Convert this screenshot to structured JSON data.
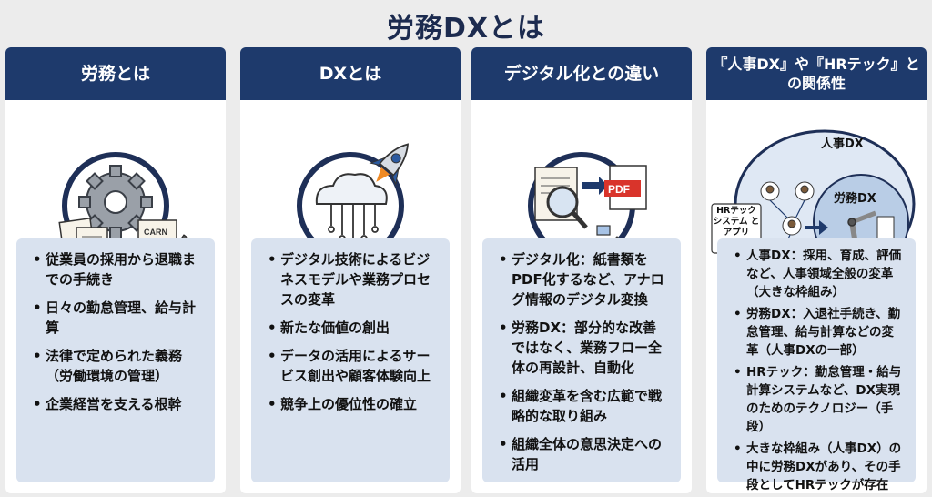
{
  "title": "労務DXとは",
  "columns": [
    {
      "heading": "労務とは",
      "bullets": [
        "従業員の採用から退職までの手続き",
        "日々の勤怠管理、給与計算",
        "法律で定められた義務（労働環境の管理）",
        "企業経営を支える根幹"
      ],
      "icon": "gear-documents-icon",
      "icon_text": "CARN"
    },
    {
      "heading": "DXとは",
      "bullets": [
        "デジタル技術によるビジネスモデルや業務プロセスの変革",
        "新たな価値の創出",
        "データの活用によるサービス創出や顧客体験向上",
        "競争上の優位性の確立"
      ],
      "icon": "cloud-rocket-icon"
    },
    {
      "heading": "デジタル化との違い",
      "bullets": [
        "デジタル化：紙書類をPDF化するなど、アナログ情報のデジタル変換",
        "労務DX：部分的な改善ではなく、業務フロー全体の再設計、自動化",
        "組織変革を含む広範で戦略的な取り組み",
        "組織全体の意思決定への活用"
      ],
      "icon": "document-to-pdf-flow-icon",
      "icon_text": "PDF"
    },
    {
      "heading": "『人事DX』や『HRテック』との関係性",
      "bullets": [
        "人事DX：採用、育成、評価など、人事領域全般の変革（大きな枠組み）",
        "労務DX：入退社手続き、勤怠管理、給与計算などの変革（人事DXの一部）",
        "HRテック：勤怠管理・給与計算システムなど、DX実現のためのテクノロジー（手段）",
        "大きな枠組み（人事DX）の中に労務DXがあり、その手段としてHRテックが存在"
      ],
      "icon": "venn-relationship-icon",
      "diagram": {
        "outer_label": "人事DX",
        "inner_label": "労務DX",
        "hr_tech_label": "HRテック システム と アプリ"
      }
    }
  ],
  "colors": {
    "header": "#1e3a6c",
    "bullet_bg": "#d9e2ef",
    "background": "#ececec"
  }
}
